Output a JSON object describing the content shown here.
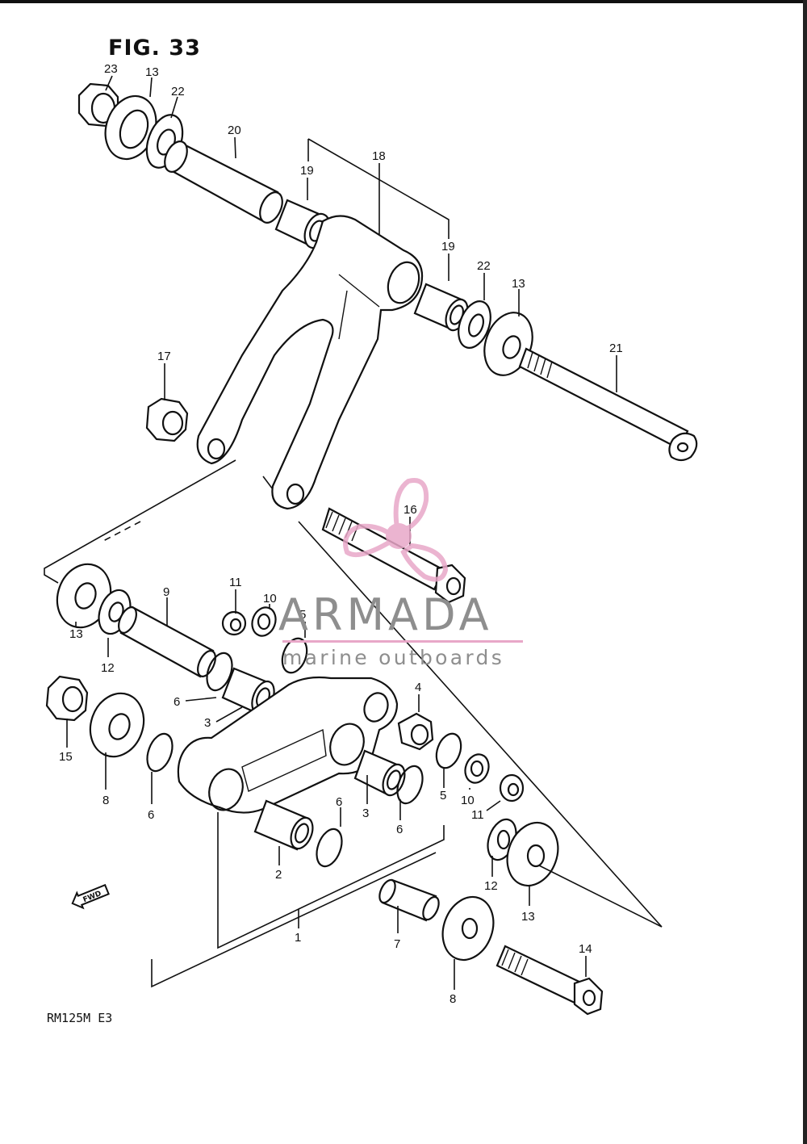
{
  "figure": {
    "title": "FIG. 33",
    "model_code": "RM125M  E3"
  },
  "watermark": {
    "name": "ARMADA",
    "tagline": "marine outboards",
    "logo_icon": "propeller-logo-icon",
    "colors": {
      "logo": "#e8a7c8",
      "text": "#8e8e8e"
    }
  },
  "fwd_label": "FWD",
  "part_numbers": [
    "1",
    "2",
    "3",
    "3",
    "4",
    "5",
    "5",
    "6",
    "6",
    "6",
    "6",
    "7",
    "8",
    "8",
    "9",
    "10",
    "10",
    "11",
    "11",
    "12",
    "12",
    "13",
    "13",
    "13",
    "13",
    "14",
    "15",
    "16",
    "17",
    "18",
    "19",
    "19",
    "20",
    "21",
    "22",
    "22",
    "23"
  ]
}
